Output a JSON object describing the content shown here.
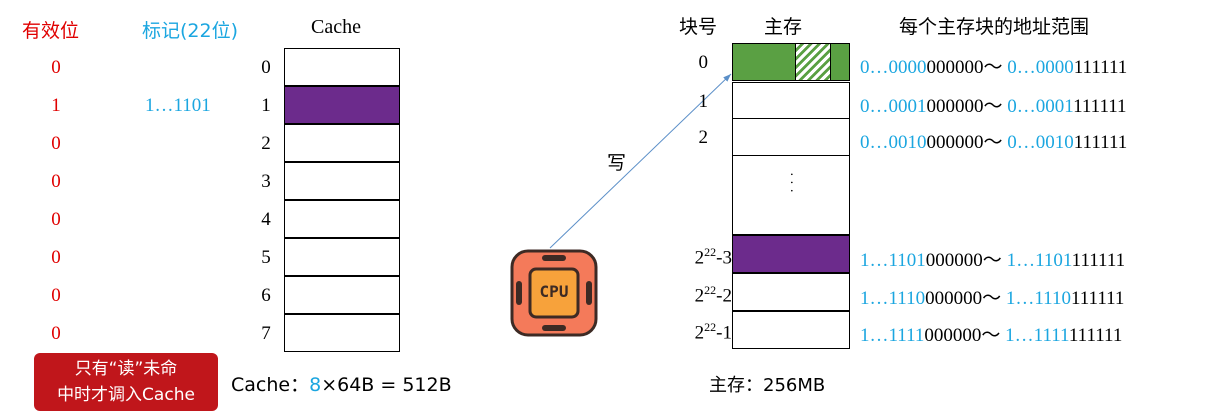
{
  "cache": {
    "valid_header": "有效位",
    "tag_header": "标记(22位)",
    "title": "Cache",
    "lines": [
      {
        "index": "0",
        "valid": "0",
        "tag": ""
      },
      {
        "index": "1",
        "valid": "1",
        "tag": "1…1101"
      },
      {
        "index": "2",
        "valid": "0",
        "tag": ""
      },
      {
        "index": "3",
        "valid": "0",
        "tag": ""
      },
      {
        "index": "4",
        "valid": "0",
        "tag": ""
      },
      {
        "index": "5",
        "valid": "0",
        "tag": ""
      },
      {
        "index": "6",
        "valid": "0",
        "tag": ""
      },
      {
        "index": "7",
        "valid": "0",
        "tag": ""
      }
    ],
    "size_prefix": "Cache：",
    "size_count": "8",
    "size_rest": "×64B = 512B"
  },
  "note": {
    "line1": "只有“读”未命",
    "line2": "中时才调入Cache"
  },
  "cpu": {
    "label": "CPU",
    "write_label": "写"
  },
  "memory": {
    "block_header": "块号",
    "memory_header": "主存",
    "range_header": "每个主存块的地址范围",
    "ellipsis": "·  ·  ·",
    "size_label": "主存：256MB",
    "blocks": [
      {
        "num_base": "0",
        "num_exp": "",
        "num_suffix": "",
        "addr_start_tag": "0…0000",
        "addr_start_off": "000000",
        "sep": "～",
        "addr_end_tag": "0…0000",
        "addr_end_off": "111111"
      },
      {
        "num_base": "1",
        "num_exp": "",
        "num_suffix": "",
        "addr_start_tag": "0…0001",
        "addr_start_off": "000000",
        "sep": "～",
        "addr_end_tag": "0…0001",
        "addr_end_off": "111111"
      },
      {
        "num_base": "2",
        "num_exp": "",
        "num_suffix": "",
        "addr_start_tag": "0…0010",
        "addr_start_off": "000000",
        "sep": "～",
        "addr_end_tag": "0…0010",
        "addr_end_off": "111111"
      },
      {
        "num_base": "2",
        "num_exp": "22",
        "num_suffix": "-3",
        "addr_start_tag": "1…1101",
        "addr_start_off": "000000",
        "sep": "～",
        "addr_end_tag": "1…1101",
        "addr_end_off": "111111"
      },
      {
        "num_base": "2",
        "num_exp": "22",
        "num_suffix": "-2",
        "addr_start_tag": "1…1110",
        "addr_start_off": "000000",
        "sep": "～",
        "addr_end_tag": "1…1110",
        "addr_end_off": "111111"
      },
      {
        "num_base": "2",
        "num_exp": "22",
        "num_suffix": "-1",
        "addr_start_tag": "1…1111",
        "addr_start_off": "000000",
        "sep": "～",
        "addr_end_tag": "1…1111",
        "addr_end_off": "111111"
      }
    ]
  },
  "colors": {
    "valid": "#e00000",
    "tag": "#1ba6e0",
    "cache_line_filled": "#6c2b8c",
    "mem_block_0": "#5aa043",
    "note_bg": "#c0161b",
    "cpu_body": "#f47a5a",
    "cpu_core": "#f7a23b"
  }
}
